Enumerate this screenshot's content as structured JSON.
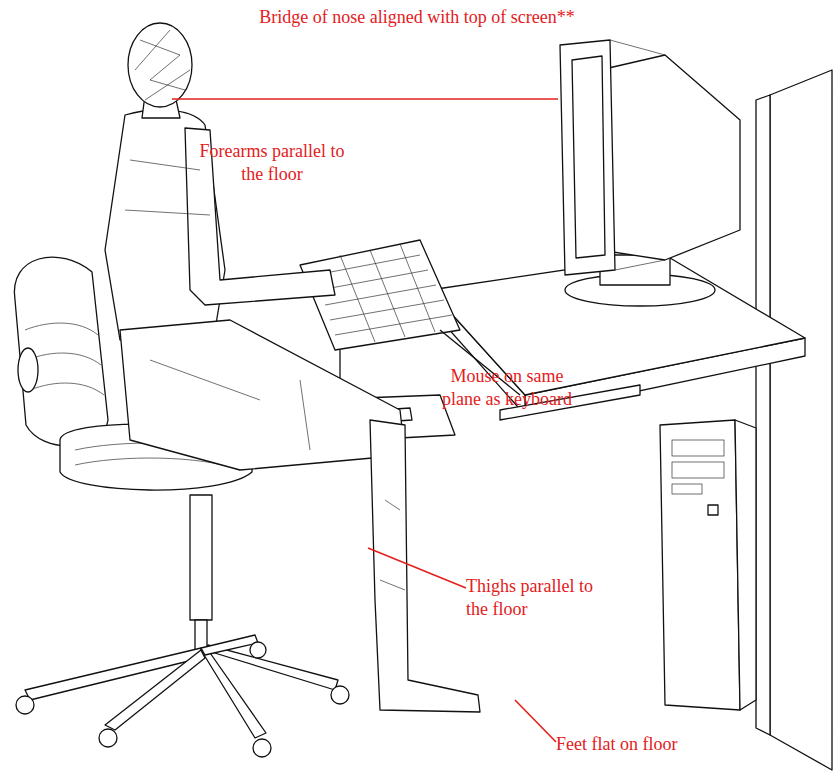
{
  "diagram": {
    "labels": [
      "Bridge of nose aligned with top of screen**",
      "Forearms parallel to the floor",
      "Mouse on same plane as keyboard",
      "Thighs parallel to the floor",
      "Feet flat on floor"
    ]
  }
}
